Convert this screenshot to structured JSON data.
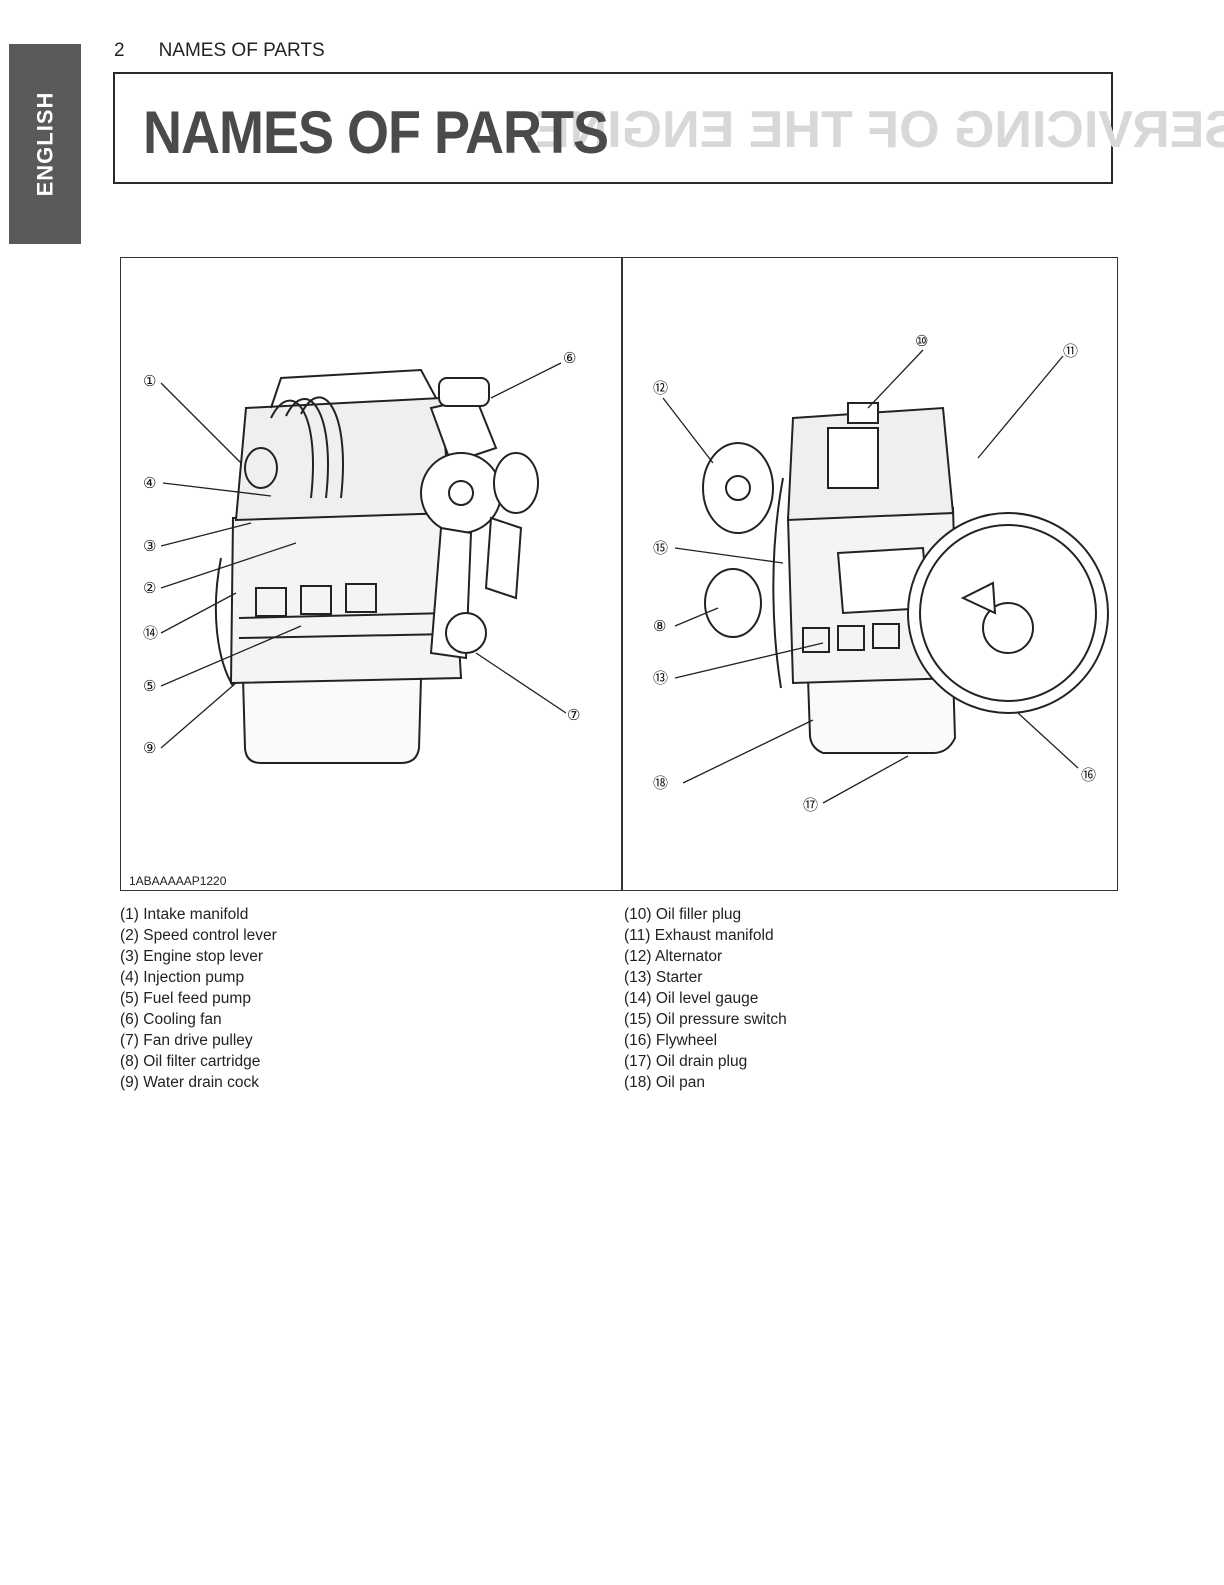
{
  "side_tab": {
    "label": "ENGLISH"
  },
  "running_head": {
    "page_number": "2",
    "section": "NAMES OF PARTS"
  },
  "title": "NAMES OF PARTS",
  "ghost_title": "SERVICING OF THE ENGINE",
  "figure": {
    "id": "1ABAAAAAP1220",
    "callouts_left": [
      "①",
      "④",
      "③",
      "②",
      "⑭",
      "⑤",
      "⑨",
      "⑥",
      "⑦"
    ],
    "callouts_right": [
      "⑩",
      "⑪",
      "⑫",
      "⑮",
      "⑧",
      "⑬",
      "⑱",
      "⑰",
      "⑯"
    ]
  },
  "parts_left": [
    "(1) Intake manifold",
    "(2) Speed control lever",
    "(3) Engine stop lever",
    "(4) Injection pump",
    "(5) Fuel feed pump",
    "(6) Cooling fan",
    "(7) Fan drive pulley",
    "(8) Oil filter cartridge",
    "(9) Water drain cock"
  ],
  "parts_right": [
    "(10) Oil filler plug",
    "(11) Exhaust manifold",
    "(12) Alternator",
    "(13) Starter",
    "(14) Oil level gauge",
    "(15) Oil pressure switch",
    "(16) Flywheel",
    "(17) Oil drain plug",
    "(18) Oil pan"
  ]
}
